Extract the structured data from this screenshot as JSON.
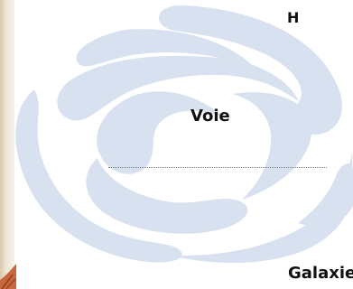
{
  "labels": {
    "top_right": "H",
    "center": "Voie",
    "bottom_right": "Galaxie"
  },
  "art": {
    "background_icon": "spiral-galaxy-icon",
    "corner_icon": "decorative-corner-icon"
  },
  "colors": {
    "galaxy_fill": "#d8e1ef",
    "corner_fill": "#c8683d",
    "left_strip": "#efe6d6",
    "text": "#111111"
  }
}
